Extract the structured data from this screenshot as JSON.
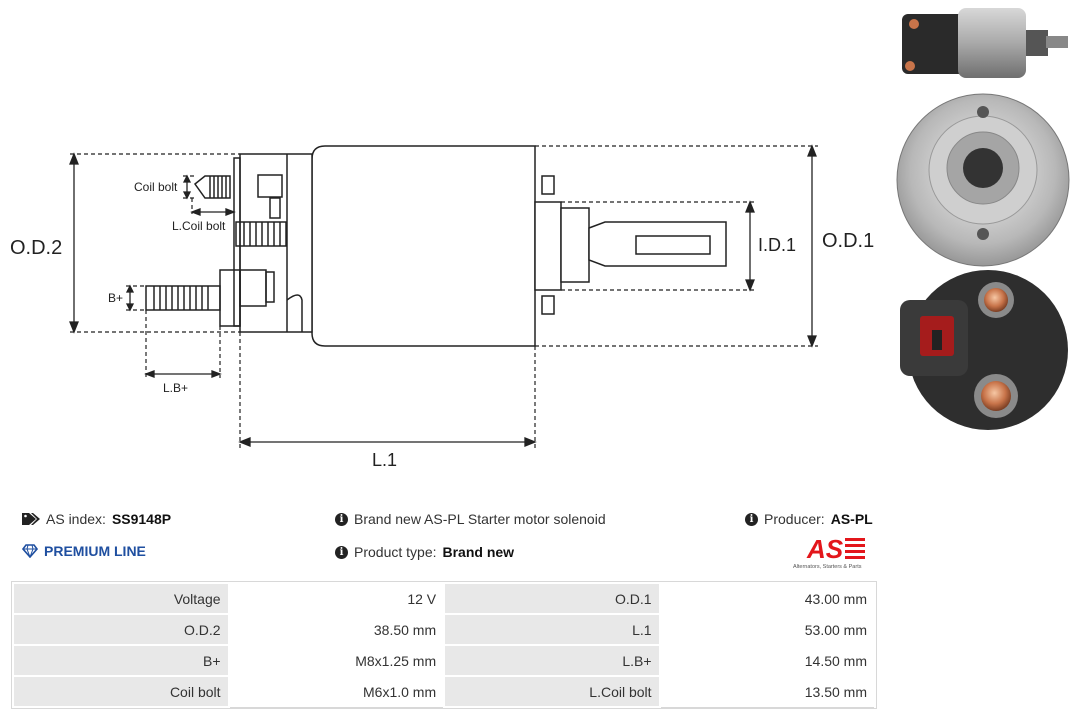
{
  "drawing": {
    "labels": {
      "od2": "O.D.2",
      "od1": "O.D.1",
      "id1": "I.D.1",
      "l1": "L.1",
      "coil_bolt": "Coil bolt",
      "l_coil_bolt": "L.Coil bolt",
      "b_plus": "B+",
      "l_b_plus": "L.B+"
    }
  },
  "product": {
    "as_index_label": "AS index:",
    "as_index_value": "SS9148P",
    "description": "Brand new AS-PL Starter motor solenoid",
    "producer_label": "Producer:",
    "producer_value": "AS-PL",
    "line_label": "PREMIUM LINE",
    "type_label": "Product type:",
    "type_value": "Brand new"
  },
  "logo": {
    "mark": "AS",
    "tagline": "Alternators, Starters & Parts",
    "color": "#e3161b"
  },
  "specs": {
    "rows": [
      {
        "k1": "Voltage",
        "v1": "12 V",
        "k2": "O.D.1",
        "v2": "43.00 mm"
      },
      {
        "k1": "O.D.2",
        "v1": "38.50 mm",
        "k2": "L.1",
        "v2": "53.00 mm"
      },
      {
        "k1": "B+",
        "v1": "M8x1.25 mm",
        "k2": "L.B+",
        "v2": "14.50 mm"
      },
      {
        "k1": "Coil bolt",
        "v1": "M6x1.0 mm",
        "k2": "L.Coil bolt",
        "v2": "13.50 mm"
      }
    ]
  },
  "icons": {
    "tag": "tag-icon",
    "info": "info-icon",
    "diamond": "diamond-icon"
  },
  "colors": {
    "premium": "#1f4fa0",
    "table_key_bg": "#e8e8e8"
  }
}
